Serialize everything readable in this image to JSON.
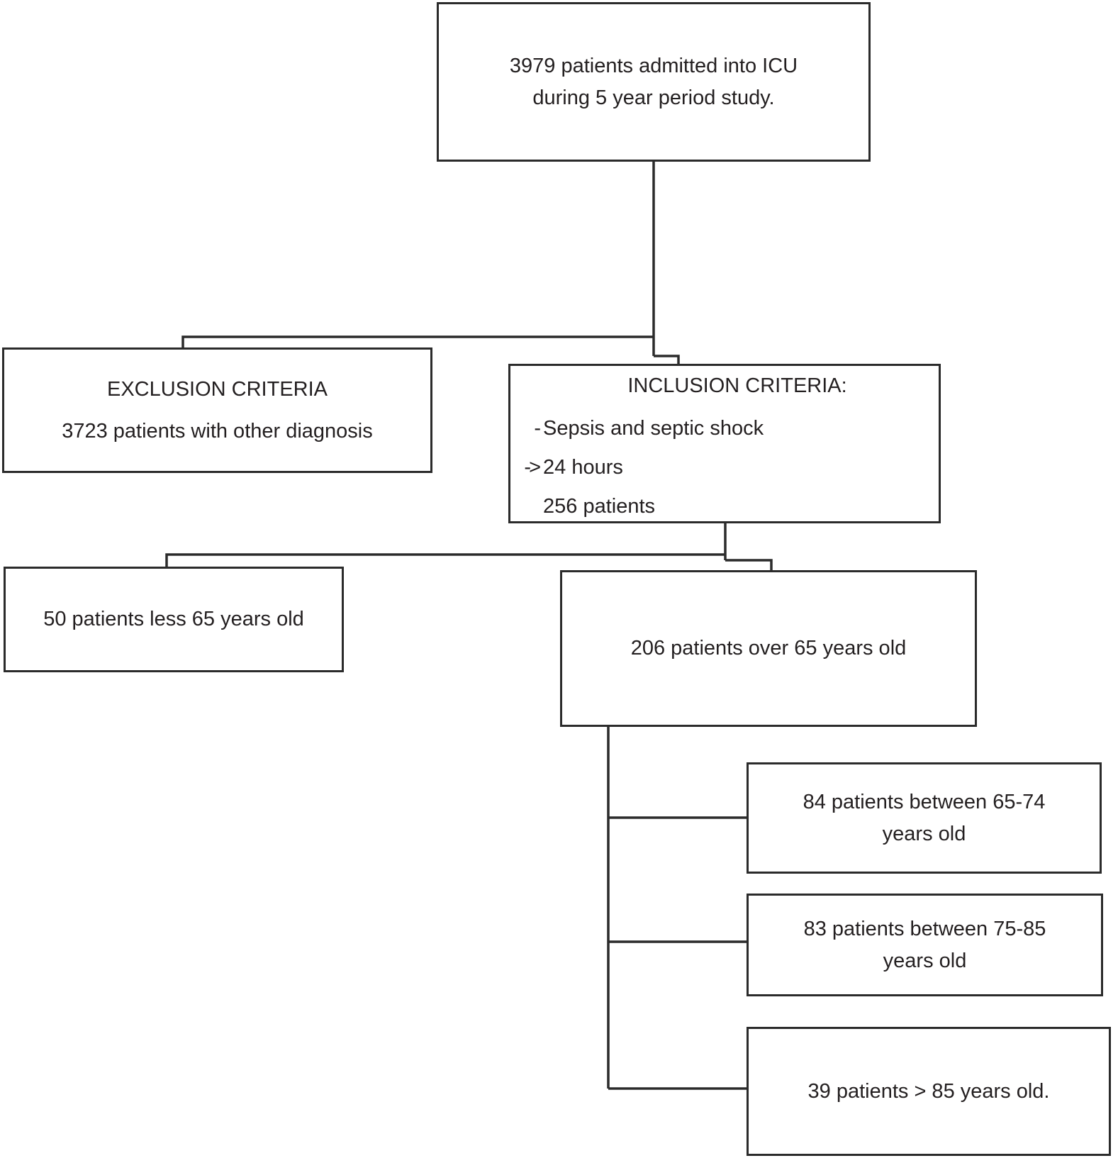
{
  "figure": {
    "type": "flowchart",
    "colors": {
      "line": "#2b2b2b",
      "text": "#231f20",
      "background": "#ffffff"
    }
  },
  "nodes": {
    "admitted": {
      "text": "3979 patients admitted into ICU\nduring 5 year period study."
    },
    "exclusion": {
      "title": "EXCLUSION CRITERIA",
      "detail": "3723 patients with other diagnosis"
    },
    "inclusion": {
      "title": "INCLUSION CRITERIA:",
      "items": [
        {
          "bullet": "-",
          "text": "Sepsis and septic shock"
        },
        {
          "bullet": "->",
          "text": "24 hours"
        },
        {
          "bullet": "",
          "text": "256 patients"
        }
      ]
    },
    "under65": {
      "text": "50 patients less 65 years old"
    },
    "over65": {
      "text": "206 patients over 65 years old"
    },
    "age6574": {
      "text": "84 patients between 65-74\nyears old"
    },
    "age7585": {
      "text": "83 patients between 75-85\nyears old"
    },
    "over85": {
      "text": "39 patients > 85 years old."
    }
  }
}
